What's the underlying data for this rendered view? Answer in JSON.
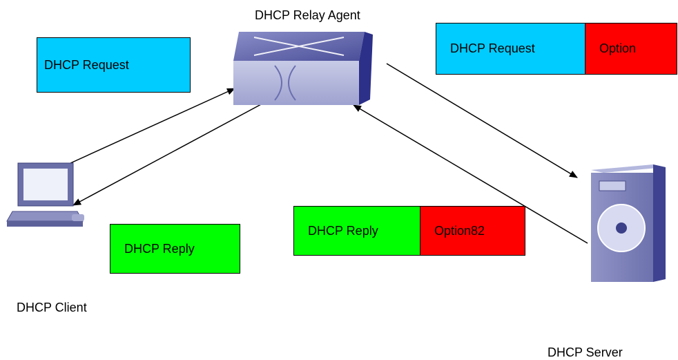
{
  "labels": {
    "relay_agent": "DHCP Relay Agent",
    "client": "DHCP Client",
    "server": "DHCP Server"
  },
  "messages": {
    "client_request": "DHCP Request",
    "client_reply": "DHCP Reply",
    "relay_request": {
      "part1": "DHCP Request",
      "part2": "Option"
    },
    "relay_reply": {
      "part1": "DHCP Reply",
      "part2": "Option82"
    }
  },
  "colors": {
    "request": "#00ccff",
    "reply": "#00ff00",
    "option": "#ff0000"
  },
  "icons": {
    "relay": "switch-icon",
    "client": "computer-icon",
    "server": "server-icon"
  }
}
